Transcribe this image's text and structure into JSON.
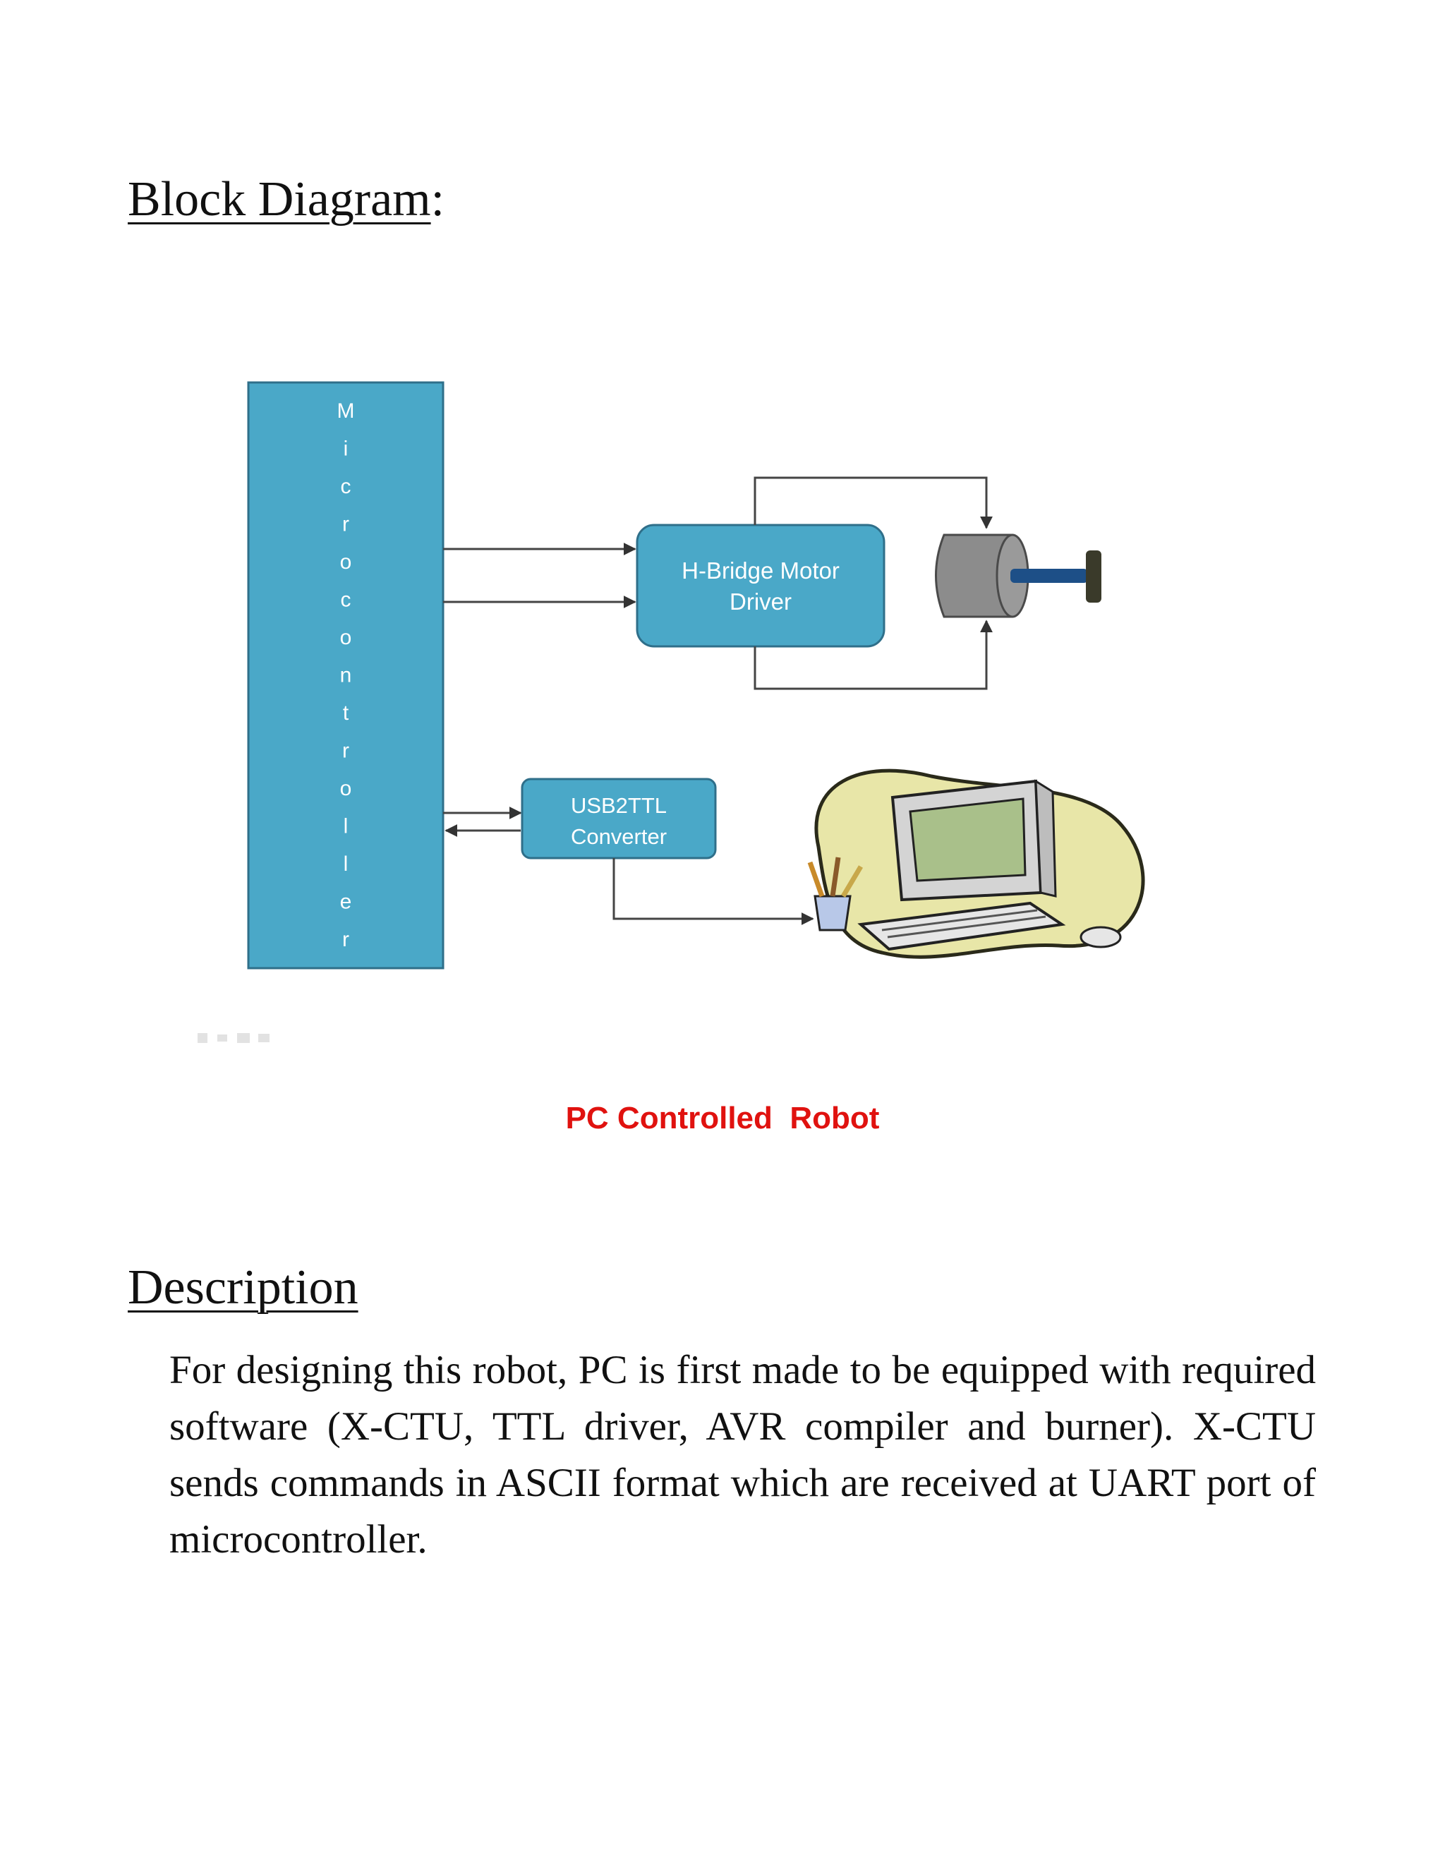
{
  "headings": {
    "block_diagram": "Block Diagram",
    "block_diagram_colon": ":",
    "description": "Description"
  },
  "diagram": {
    "microcontroller_letters": [
      "M",
      "i",
      "c",
      "r",
      "o",
      "c",
      "o",
      "n",
      "t",
      "r",
      "o",
      "l",
      "l",
      "e",
      "r"
    ],
    "hbridge_label_line1": "H-Bridge Motor",
    "hbridge_label_line2": "Driver",
    "usb_label_line1": "USB2TTL",
    "usb_label_line2": "Converter",
    "colors": {
      "block_fill": "#4aa8c8",
      "block_stroke": "#2f6f8a",
      "arrow": "#444444",
      "motor_body": "#8c8c8c",
      "motor_shaft": "#1d4f87",
      "pc_blob": "#e8e6a8"
    },
    "icons": [
      "motor-icon",
      "computer-clipart-icon"
    ]
  },
  "caption": "PC Controlled  Robot",
  "description_text": "For designing this robot, PC is first made to be equipped with required software (X-CTU, TTL driver, AVR compiler and burner). X-CTU sends commands in ASCII format which are received at UART port of microcontroller."
}
